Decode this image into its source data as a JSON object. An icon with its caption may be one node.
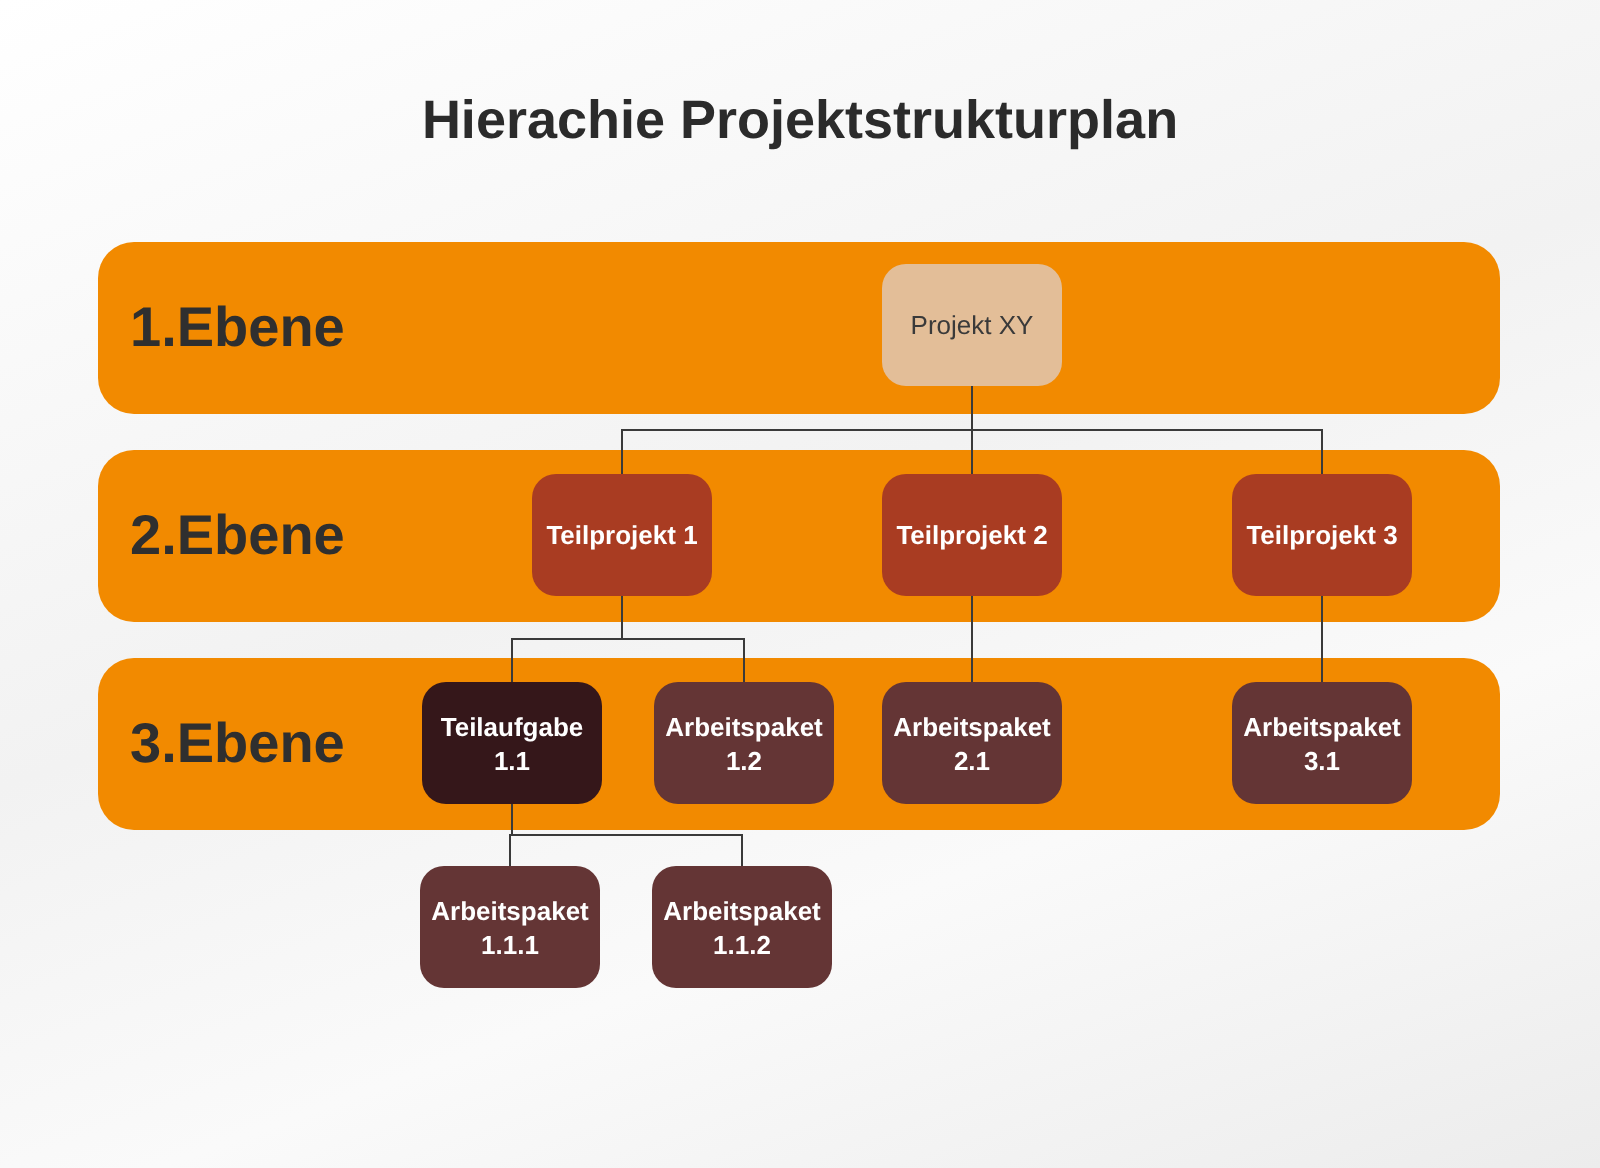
{
  "diagram": {
    "title": "Hierachie Projektstrukturplan",
    "nodes": [
      {
        "text": [
          "1.Ebene"
        ]
      },
      {
        "text": [
          "Projekt XY"
        ],
        "in": 0
      },
      {
        "text": [
          "2.Ebene"
        ]
      },
      {
        "text": [
          "Teilprojekt 1"
        ],
        "in": 2
      },
      {
        "text": [
          "Teilprojekt 2"
        ],
        "in": 2
      },
      {
        "text": [
          "Teilprojekt 3"
        ],
        "in": 2
      },
      {
        "text": [
          "3.Ebene"
        ]
      },
      {
        "text": [
          "Teilaufgabe 1.1"
        ],
        "in": 6
      },
      {
        "text": [
          "Arbeitspaket 1.2"
        ],
        "in": 6
      },
      {
        "text": [
          "Arbeitspaket 2.1"
        ],
        "in": 6
      },
      {
        "text": [
          "Arbeitspaket 3.1"
        ],
        "in": 6
      },
      {
        "text": [
          "Arbeitspaket 1.1.1"
        ]
      },
      {
        "text": [
          "Arbeitspaket 1.1.2"
        ]
      }
    ],
    "edges": [
      {
        "from": 1,
        "to": 3,
        "arrow": "none"
      },
      {
        "from": 1,
        "to": 4,
        "arrow": "none"
      },
      {
        "from": 1,
        "to": 5,
        "arrow": "none"
      },
      {
        "from": 3,
        "to": 7,
        "arrow": "none"
      },
      {
        "from": 3,
        "to": 8,
        "arrow": "none"
      },
      {
        "from": 4,
        "to": 9,
        "arrow": "none"
      },
      {
        "from": 5,
        "to": 10,
        "arrow": "none"
      },
      {
        "from": 7,
        "to": 11,
        "arrow": "none"
      },
      {
        "from": 7,
        "to": 12,
        "arrow": "none"
      }
    ]
  }
}
